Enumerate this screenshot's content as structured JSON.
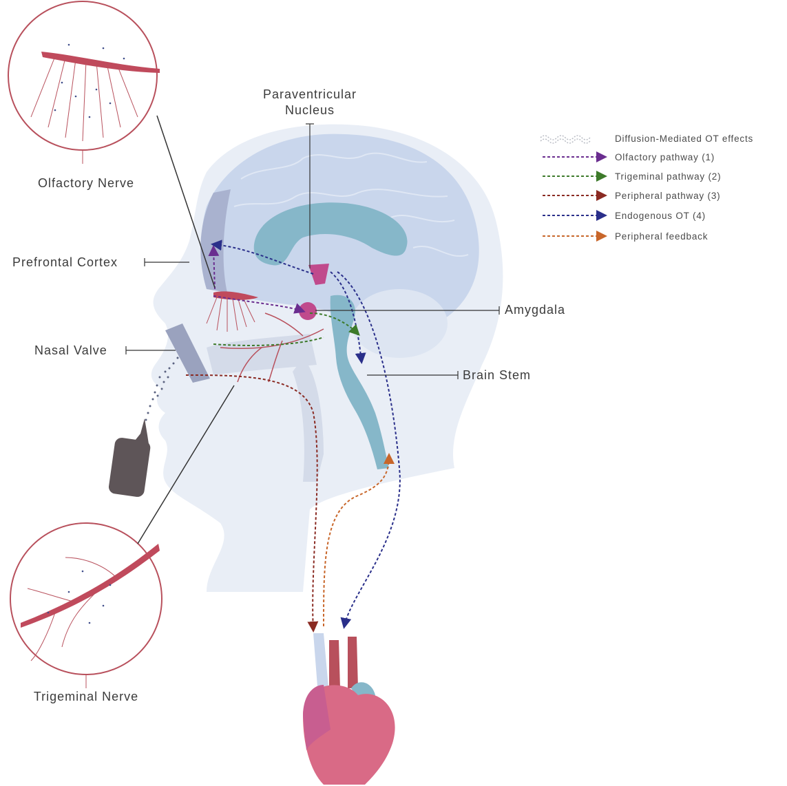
{
  "labels": {
    "paraventricular_line1": "Paraventricular",
    "paraventricular_line2": "Nucleus",
    "olfactory_nerve": "Olfactory Nerve",
    "prefrontal_cortex": "Prefrontal Cortex",
    "amygdala": "Amygdala",
    "nasal_valve": "Nasal Valve",
    "brain_stem": "Brain Stem",
    "trigeminal_nerve": "Trigeminal Nerve"
  },
  "legend": [
    {
      "label": "Diffusion-Mediated OT effects",
      "style": "wavy",
      "color": "#b9bcc4"
    },
    {
      "label": "Olfactory pathway (1)",
      "style": "dashed-arrow",
      "color": "#6a2d8f"
    },
    {
      "label": "Trigeminal pathway (2)",
      "style": "dashed-arrow",
      "color": "#3d7a2a"
    },
    {
      "label": "Peripheral pathway (3)",
      "style": "dashed-arrow",
      "color": "#8a2a22"
    },
    {
      "label": "Endogenous OT (4)",
      "style": "dashed-arrow",
      "color": "#2a2f8a"
    },
    {
      "label": "Peripheral feedback",
      "style": "dashed-arrow",
      "color": "#c8662a"
    }
  ],
  "colors": {
    "head": "#e9eef6",
    "brain": "#c9d6ec",
    "ventricle": "#86b7c9",
    "nerve": "#b8505c",
    "heart": "#d96a86",
    "nucleus": "#c04a8c"
  },
  "icons": [
    "nasal-spray-bottle-icon",
    "heart-icon"
  ]
}
